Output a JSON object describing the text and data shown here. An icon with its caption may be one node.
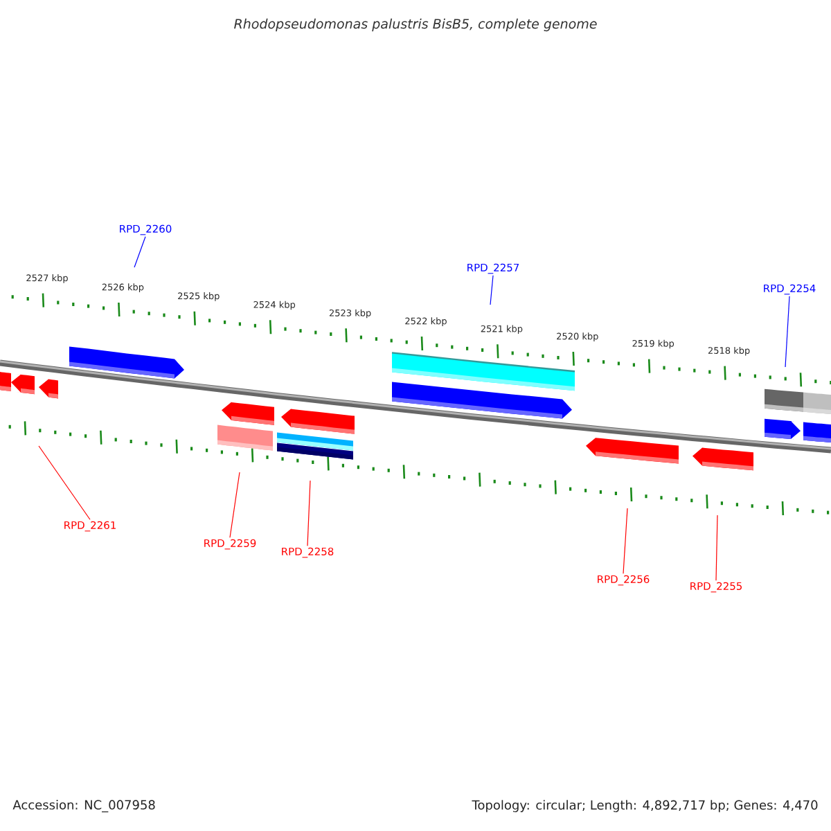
{
  "diagram": {
    "title": "Rhodopseudomonas palustris BisB5, complete genome",
    "nodes": [
      {
        "text": [
          "RPD_2260"
        ]
      },
      {
        "text": [
          "RPD_2257"
        ]
      },
      {
        "text": [
          "RPD_2254"
        ]
      },
      {
        "text": [
          "RPD_2261"
        ]
      },
      {
        "text": [
          "RPD_2259"
        ]
      },
      {
        "text": [
          "RPD_2258"
        ]
      },
      {
        "text": [
          "RPD_2256"
        ]
      },
      {
        "text": [
          "RPD_2255"
        ]
      }
    ],
    "edges": [
      {
        "from": 0,
        "to": null,
        "arrow": "none",
        "color": "#0000ff"
      },
      {
        "from": 1,
        "to": null,
        "arrow": "none",
        "color": "#0000ff"
      },
      {
        "from": 2,
        "to": null,
        "arrow": "none",
        "color": "#0000ff"
      },
      {
        "from": 3,
        "to": null,
        "arrow": "none"
      },
      {
        "from": 4,
        "to": null,
        "arrow": "none"
      },
      {
        "from": 5,
        "to": null,
        "arrow": "none"
      },
      {
        "from": 6,
        "to": null,
        "arrow": "none"
      },
      {
        "from": 7,
        "to": null,
        "arrow": "none"
      }
    ],
    "labels": [
      "2527 kbp",
      "2526 kbp",
      "2525 kbp",
      "2524 kbp",
      "2523 kbp",
      "2522 kbp",
      "2521 kbp",
      "2520 kbp",
      "2519 kbp",
      "2518 kbp",
      "Accession: NC_007958",
      "Topology: circular; Length: 4,892,717 bp; Genes: 4,470"
    ]
  }
}
